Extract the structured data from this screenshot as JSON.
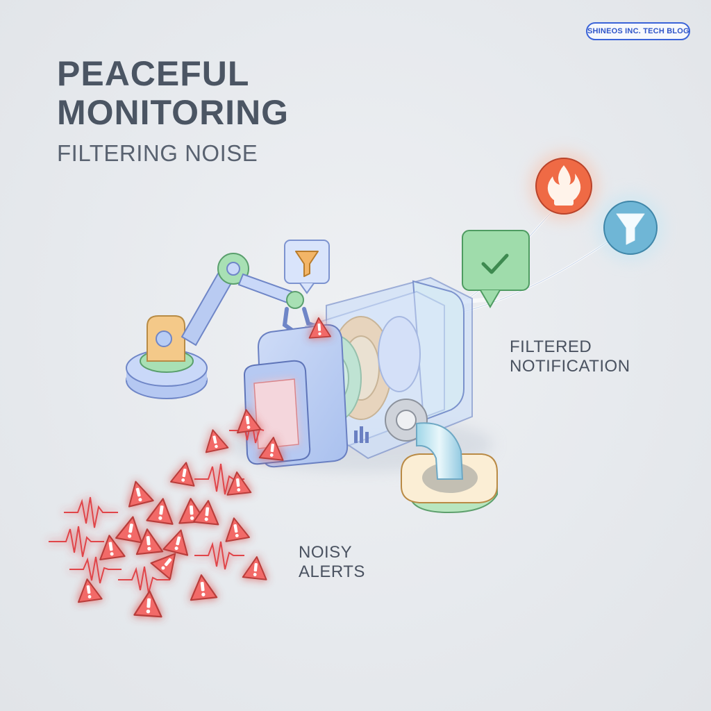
{
  "badge": {
    "text": "SHINEOS INC. TECH BLOG"
  },
  "title": {
    "line1": "PEACEFUL",
    "line2": "MONITORING"
  },
  "subtitle": "FILTERING NOISE",
  "labels": {
    "filtered_line1": "FILTERED",
    "filtered_line2": "NOTIFICATION",
    "noisy_line1": "NOISY",
    "noisy_line2": "ALERTS"
  },
  "icons": {
    "alert_triangle": "warning-triangle-icon",
    "filter_funnel": "funnel-icon",
    "check_bubble": "check-chat-bubble-icon",
    "fire_circle": "fire-icon",
    "funnel_circle": "funnel-circle-icon",
    "gear": "gear-icon",
    "robot_arm": "robot-arm-icon"
  },
  "colors": {
    "background": "#e9ecef",
    "title_text": "#4b5563",
    "badge_border": "#3a63d8",
    "alert_red": "#ef5350",
    "check_green": "#7fcf8e",
    "fire_orange": "#ef6a45",
    "funnel_blue": "#6fb6d6",
    "machine_blue": "#b9cdf2"
  }
}
